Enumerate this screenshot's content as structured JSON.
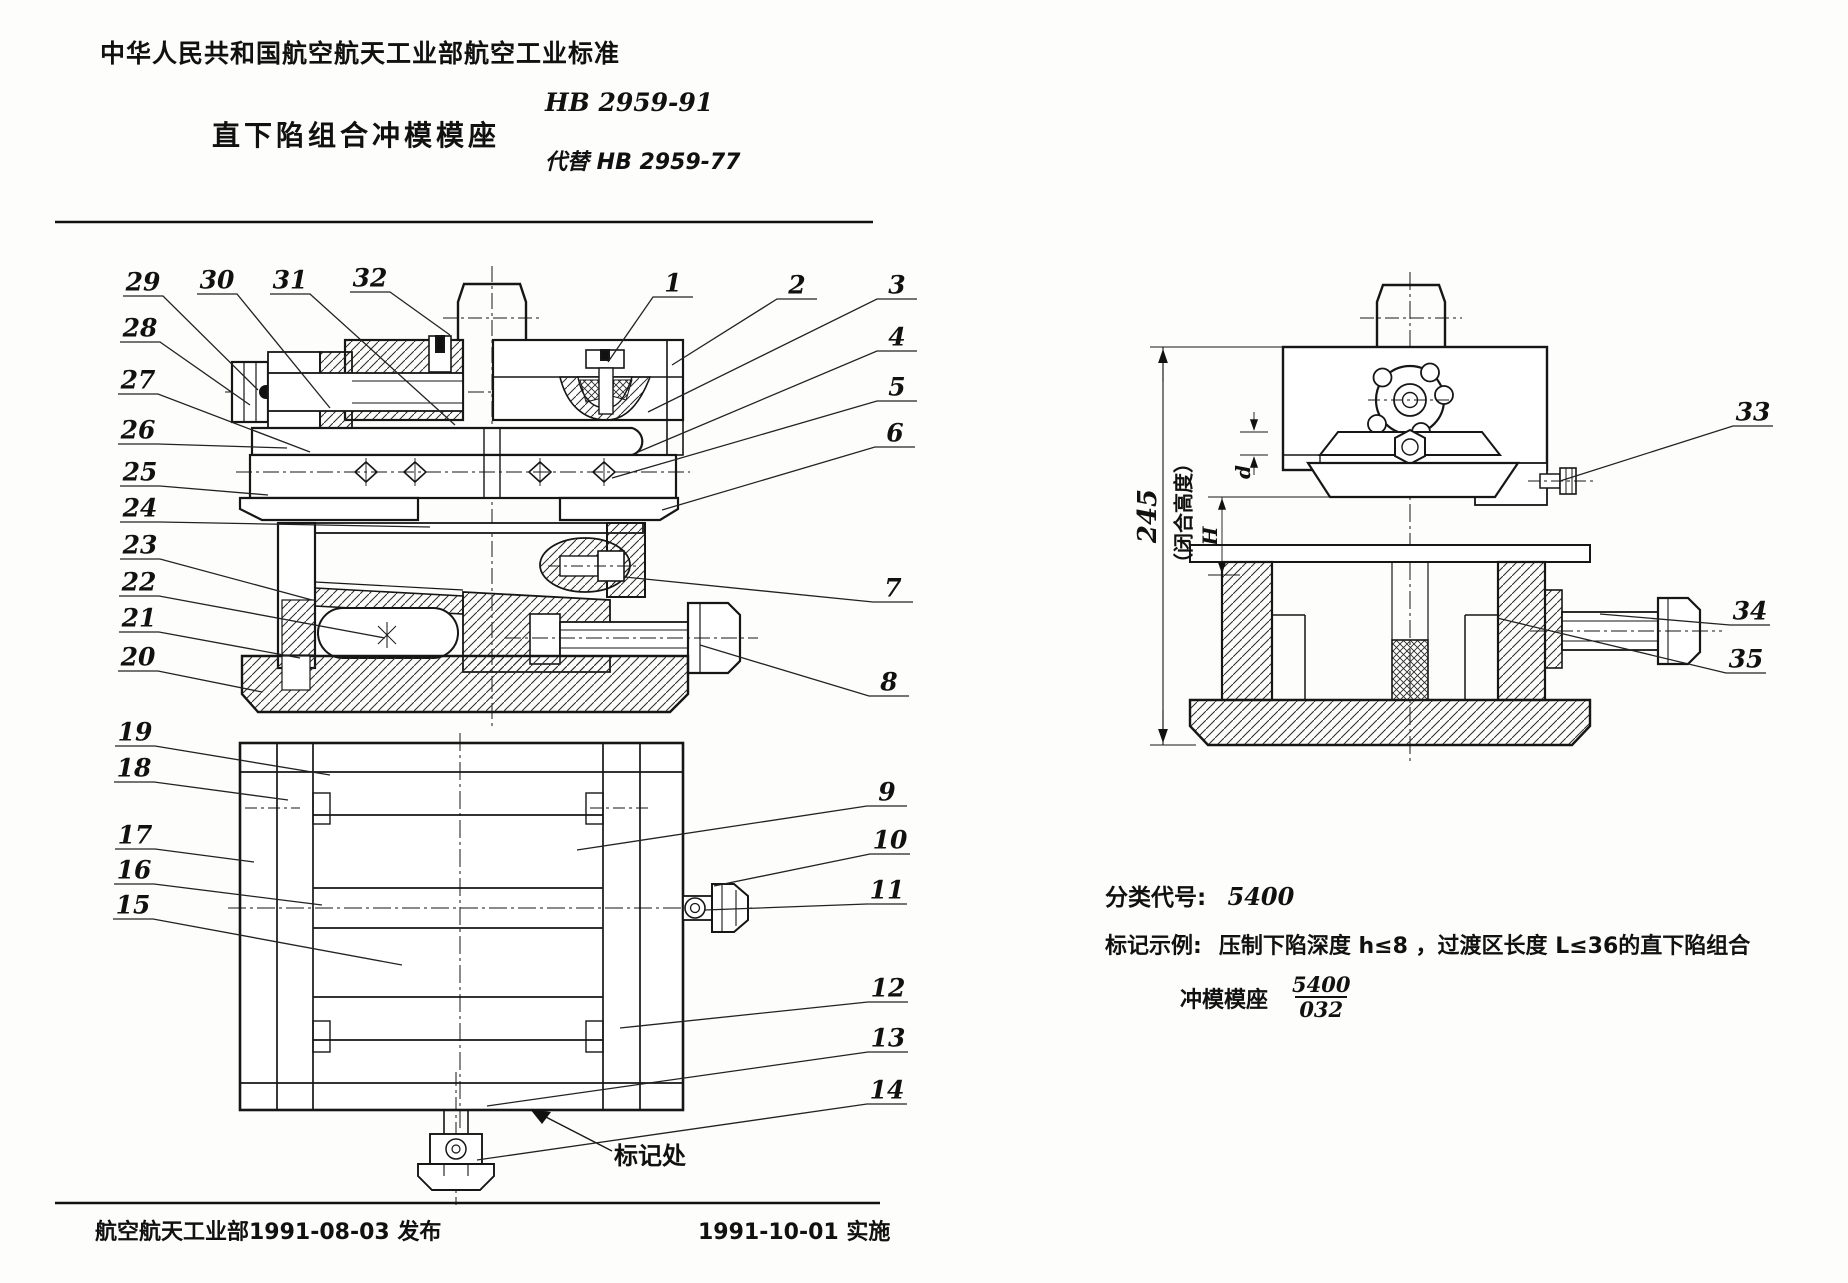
{
  "page": {
    "header_standard": "中华人民共和国航空航天工业部航空工业标准",
    "title": "直下陷组合冲模模座",
    "standard_no": "HB 2959-91",
    "supersedes": "代替 HB 2959-77",
    "footer_issue": "航空航天工业部1991-08-03 发布",
    "footer_implement": "1991-10-01 实施"
  },
  "classification": {
    "code_label": "分类代号:",
    "code": "5400",
    "example_label": "标记示例:",
    "example_text": "压制下陷深度 h≤8 ，过渡区长度 L≤36的直下陷组合",
    "example_text2": "冲模模座",
    "fraction_num": "5400",
    "fraction_den": "032"
  },
  "dims": {
    "closed_height": "245",
    "closed_note": "（闭合高度）",
    "d": "d",
    "H": "H"
  },
  "callouts": {
    "mark": "标记处"
  },
  "parts": {
    "p1": "1",
    "p2": "2",
    "p3": "3",
    "p4": "4",
    "p5": "5",
    "p6": "6",
    "p7": "7",
    "p8": "8",
    "p9": "9",
    "p10": "10",
    "p11": "11",
    "p12": "12",
    "p13": "13",
    "p14": "14",
    "p15": "15",
    "p16": "16",
    "p17": "17",
    "p18": "18",
    "p19": "19",
    "p20": "20",
    "p21": "21",
    "p22": "22",
    "p23": "23",
    "p24": "24",
    "p25": "25",
    "p26": "26",
    "p27": "27",
    "p28": "28",
    "p29": "29",
    "p30": "30",
    "p31": "31",
    "p32": "32",
    "p33": "33",
    "p34": "34",
    "p35": "35"
  }
}
